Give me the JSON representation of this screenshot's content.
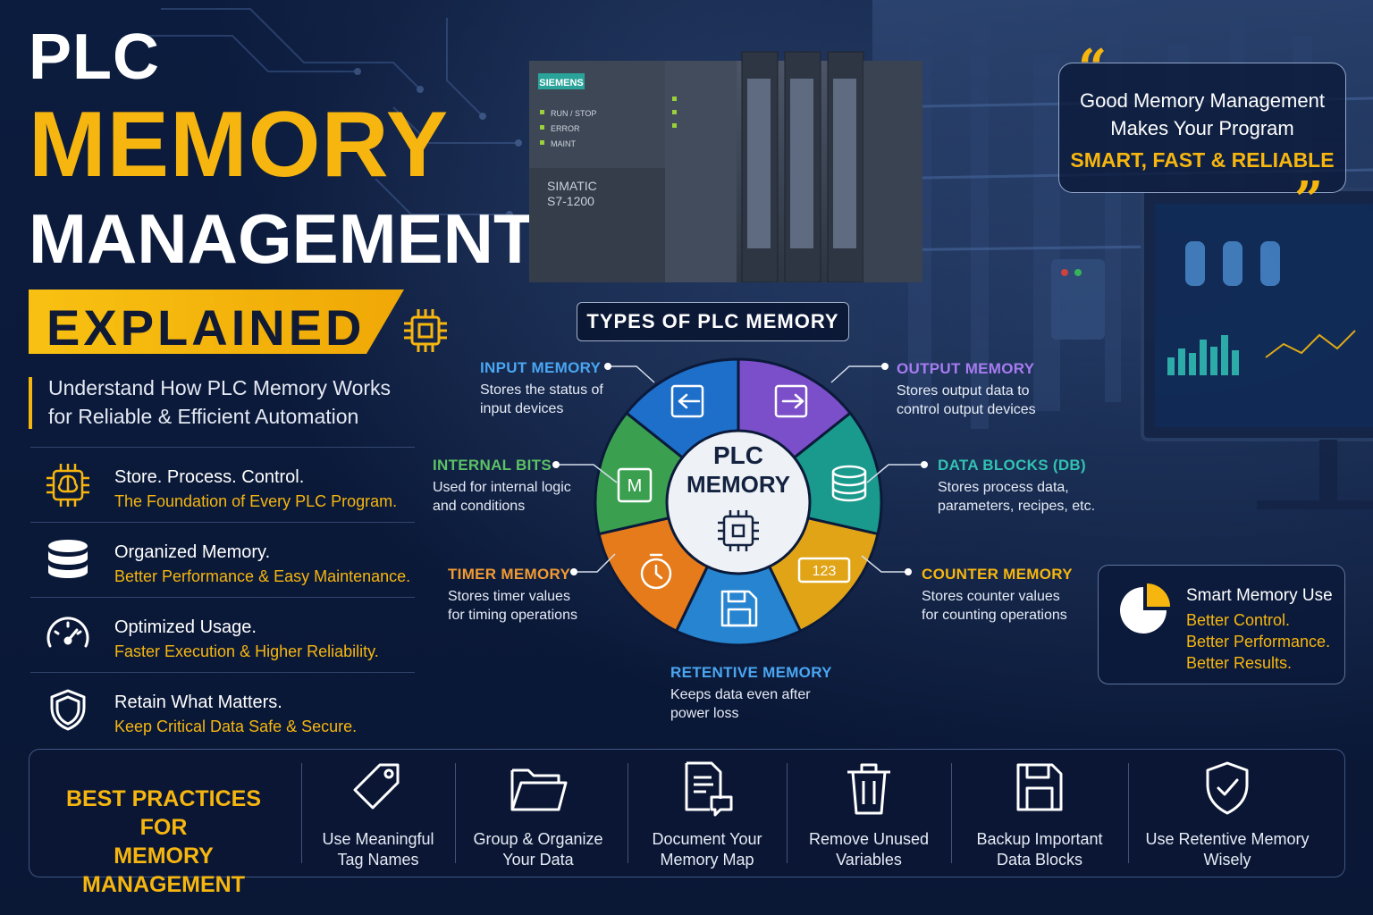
{
  "title": {
    "line1": "PLC",
    "line2": "MEMORY",
    "line3": "MANAGEMENT",
    "banner": "EXPLAINED"
  },
  "subtitle": {
    "line1": "Understand How PLC Memory Works",
    "line2": "for Reliable & Efficient Automation"
  },
  "features": [
    {
      "heading": "Store. Process. Control.",
      "sub": "The Foundation of Every PLC Program.",
      "icon": "brain-chip-icon"
    },
    {
      "heading": "Organized Memory.",
      "sub": "Better Performance & Easy Maintenance.",
      "icon": "database-icon"
    },
    {
      "heading": "Optimized Usage.",
      "sub": "Faster Execution & Higher Reliability.",
      "icon": "gauge-icon"
    },
    {
      "heading": "Retain What Matters.",
      "sub": "Keep Critical Data Safe & Secure.",
      "icon": "shield-icon"
    }
  ],
  "plc_device": {
    "brand": "SIEMENS",
    "led1": "RUN / STOP",
    "led2": "ERROR",
    "led3": "MAINT",
    "model1": "SIMATIC",
    "model2": "S7-1200"
  },
  "quote": {
    "line1": "Good Memory Management",
    "line2": "Makes Your Program",
    "accent": "SMART, FAST & RELIABLE"
  },
  "types_header": "TYPES OF PLC MEMORY",
  "wheel_center": {
    "line1": "PLC",
    "line2": "MEMORY"
  },
  "counter_glyph": "123",
  "internal_glyph": "M",
  "memory_types": {
    "input": {
      "label": "INPUT MEMORY",
      "desc1": "Stores the status of",
      "desc2": "input devices",
      "color": "#1e6fc9"
    },
    "output": {
      "label": "OUTPUT MEMORY",
      "desc1": "Stores output data to",
      "desc2": "control output devices",
      "color": "#7b4fc9"
    },
    "internal": {
      "label": "INTERNAL BITS",
      "desc1": "Used for internal logic",
      "desc2": "and conditions",
      "color": "#3aa050"
    },
    "datablocks": {
      "label": "DATA BLOCKS (DB)",
      "desc1": "Stores process data,",
      "desc2": "parameters, recipes, etc.",
      "color": "#1a9a8c"
    },
    "timer": {
      "label": "TIMER MEMORY",
      "desc1": "Stores timer values",
      "desc2": "for timing operations",
      "color": "#e57b1a"
    },
    "counter": {
      "label": "COUNTER MEMORY",
      "desc1": "Stores counter values",
      "desc2": "for counting operations",
      "color": "#e0a416"
    },
    "retentive": {
      "label": "RETENTIVE MEMORY",
      "desc1": "Keeps data even after",
      "desc2": "power loss",
      "color": "#2784d0"
    }
  },
  "smart": {
    "title": "Smart Memory Use",
    "line1": "Better Control.",
    "line2": "Better Performance.",
    "line3": "Better Results."
  },
  "best_practices": {
    "title1": "BEST PRACTICES FOR",
    "title2": "MEMORY MANAGEMENT",
    "items": [
      {
        "l1": "Use Meaningful",
        "l2": "Tag Names",
        "icon": "tag-icon"
      },
      {
        "l1": "Group & Organize",
        "l2": "Your Data",
        "icon": "folder-icon"
      },
      {
        "l1": "Document Your",
        "l2": "Memory Map",
        "icon": "document-icon"
      },
      {
        "l1": "Remove Unused",
        "l2": "Variables",
        "icon": "trash-icon"
      },
      {
        "l1": "Backup Important",
        "l2": "Data Blocks",
        "icon": "floppy-icon"
      },
      {
        "l1": "Use Retentive Memory",
        "l2": "Wisely",
        "icon": "shield-check-icon"
      }
    ]
  },
  "colors": {
    "accent_yellow": "#f6b60f",
    "background": "#0b1a3a"
  }
}
